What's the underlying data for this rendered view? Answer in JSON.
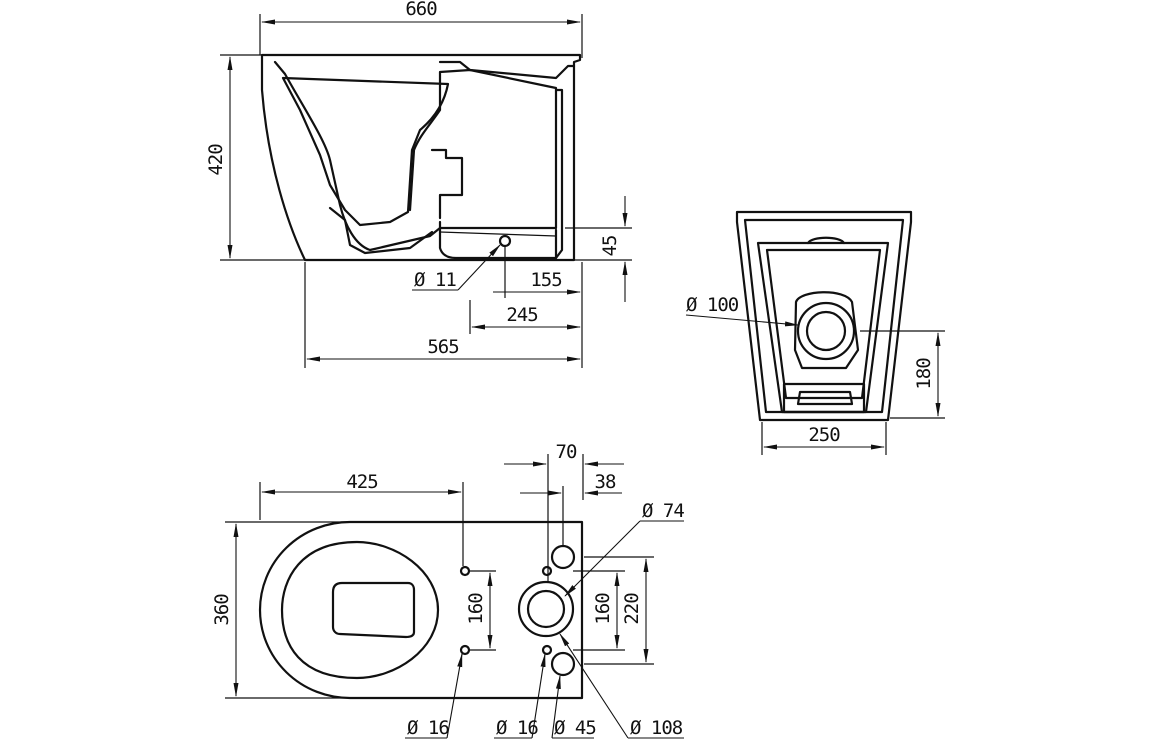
{
  "side_view": {
    "overall_length": "660",
    "height": "420",
    "outlet_height": "45",
    "hole_diameter": "Ø 11",
    "outlet_from_back": "155",
    "fixing_from_back": "245",
    "base_length": "565"
  },
  "rear_view": {
    "outlet_diameter": "Ø 100",
    "outlet_height": "180",
    "base_width": "250"
  },
  "plan_view": {
    "front_to_fixing": "425",
    "width": "360",
    "spacing_70": "70",
    "spacing_38": "38",
    "outlet_diameter": "Ø 74",
    "fixing_spacing_left": "160",
    "fixing_spacing_right": "160",
    "spacing_220": "220",
    "fixing_hole_left": "Ø 16",
    "fixing_hole_right": "Ø 16",
    "inlet_diameter": "Ø 45",
    "outlet_outer_diameter": "Ø 108"
  }
}
